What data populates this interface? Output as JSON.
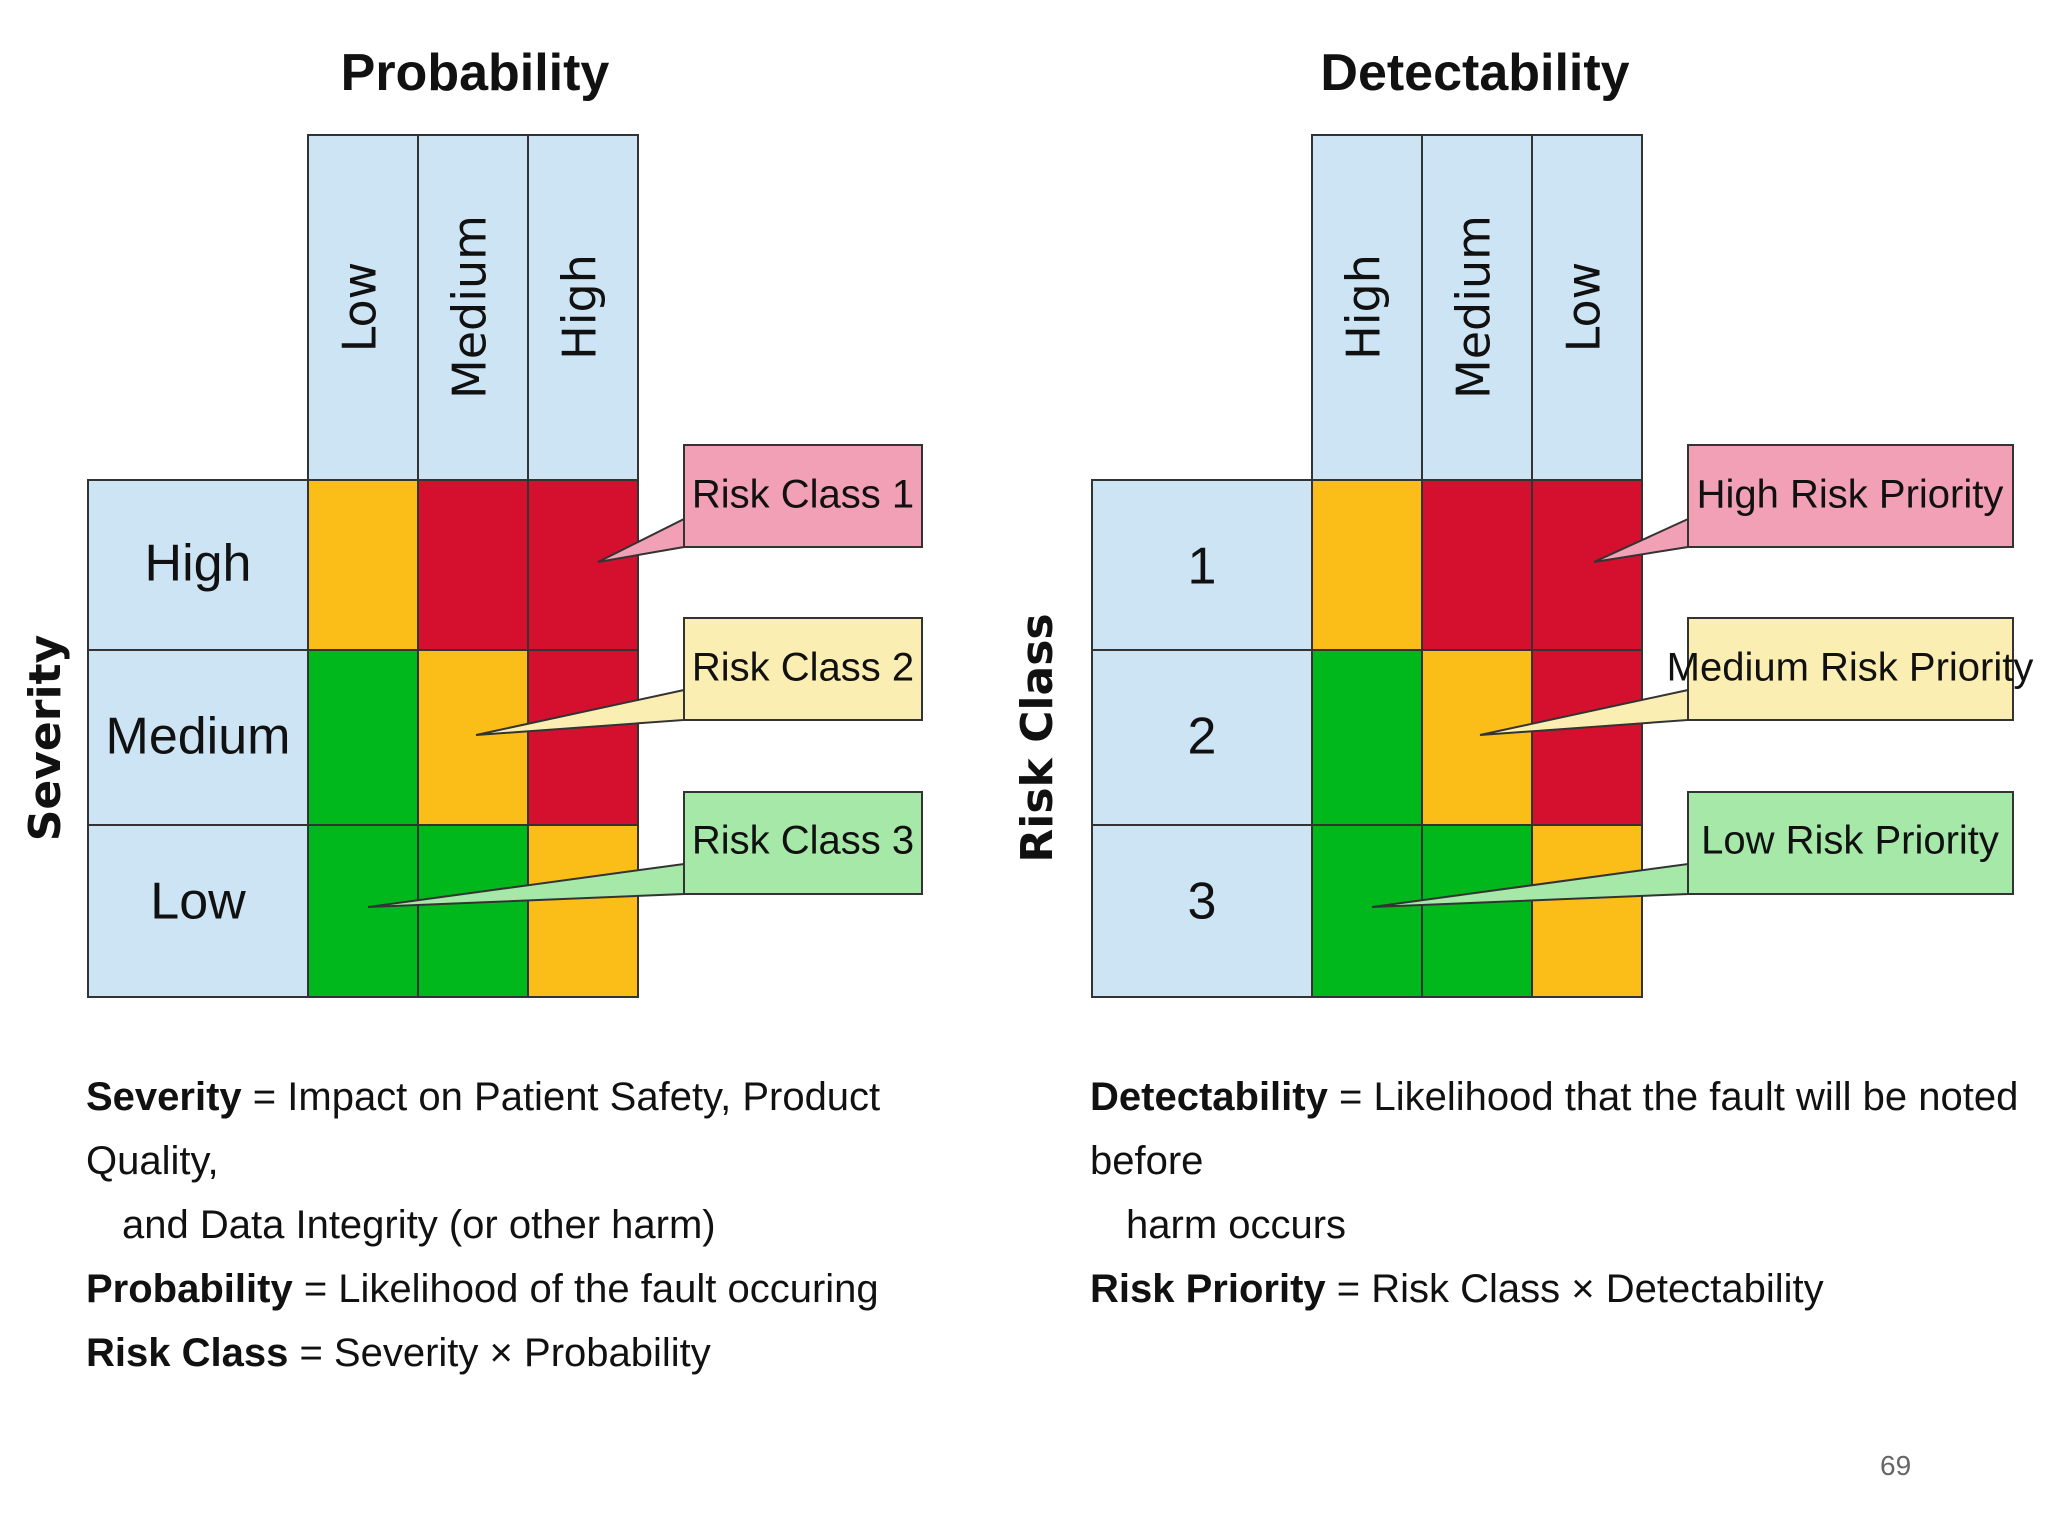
{
  "left_matrix": {
    "title": "Probability",
    "col_labels": [
      "Low",
      "Medium",
      "High"
    ],
    "axis_label": "Severity",
    "row_labels": [
      "High",
      "Medium",
      "Low"
    ],
    "cells": [
      [
        "orange",
        "red",
        "red"
      ],
      [
        "green",
        "orange",
        "red"
      ],
      [
        "green",
        "green",
        "orange"
      ]
    ],
    "callouts": [
      "Risk Class 1",
      "Risk Class 2",
      "Risk Class 3"
    ]
  },
  "right_matrix": {
    "title": "Detectability",
    "col_labels": [
      "High",
      "Medium",
      "Low"
    ],
    "axis_label": "Risk Class",
    "row_labels": [
      "1",
      "2",
      "3"
    ],
    "cells": [
      [
        "orange",
        "red",
        "red"
      ],
      [
        "green",
        "orange",
        "red"
      ],
      [
        "green",
        "green",
        "orange"
      ]
    ],
    "callouts": [
      "High Risk Priority",
      "Medium Risk Priority",
      "Low Risk Priority"
    ]
  },
  "colors": {
    "header": "#cde4f5",
    "red": "#d4102e",
    "orange": "#fbbd18",
    "green": "#00b81c",
    "callout_1": "#f1a0b5",
    "callout_2": "#fbeeb3",
    "callout_3": "#a5e8a8"
  },
  "definitions_left": {
    "line1_term": "Severity",
    "line1_text": " = Impact on Patient Safety, Product Quality,",
    "line1_cont": "and Data Integrity (or other harm)",
    "line2_term": "Probability",
    "line2_text": " = Likelihood of the fault occuring",
    "line3_term": "Risk Class",
    "line3_text": " = Severity × Probability"
  },
  "definitions_right": {
    "line1_term": "Detectability",
    "line1_text": " = Likelihood that the fault will be noted before",
    "line1_cont": "harm occurs",
    "line2_term": "Risk Priority",
    "line2_text": " = Risk Class × Detectability"
  },
  "page_number": "69"
}
